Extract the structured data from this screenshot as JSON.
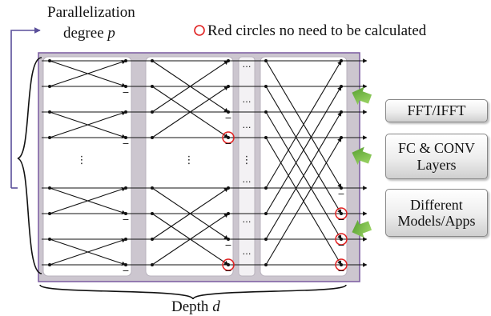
{
  "top_label": {
    "line1": "Parallelization",
    "line2_text": "degree",
    "line2_var": "p"
  },
  "legend": {
    "text": "Red circles no need to be calculated",
    "marker_color": "#e02020"
  },
  "bottom_label": {
    "text": "Depth",
    "var": "d"
  },
  "apps": {
    "fft": "FFT/IFFT",
    "fc_line1": "FC & CONV",
    "fc_line2": "Layers",
    "models_line1": "Different",
    "models_line2": "Models/Apps"
  },
  "colors": {
    "frame_border": "#7a5aa0",
    "frame_fill": "#ccc6cf",
    "panel_fill": "#ffffff",
    "line": "#111111",
    "bracket": "#5a4f9a",
    "red_circle": "#e02020",
    "arrow_green": "#7cc242"
  },
  "glyphs": {
    "dots": "…",
    "vdots": "⋮",
    "minus": "−"
  }
}
